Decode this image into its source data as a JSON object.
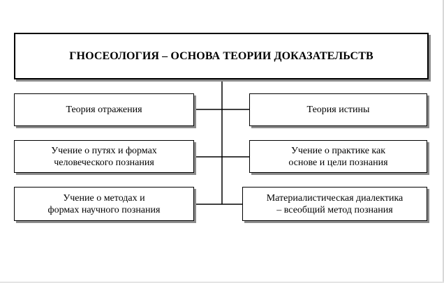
{
  "diagram": {
    "title": "ГНОСЕОЛОГИЯ – ОСНОВА ТЕОРИИ ДОКАЗАТЕЛЬСТВ",
    "left_items": [
      {
        "label": "Теория отражения"
      },
      {
        "label": "Учение о путях и формах\nчеловеческого познания"
      },
      {
        "label": "Учение о методах и\nформах научного познания"
      }
    ],
    "right_items": [
      {
        "label": "Теория истины"
      },
      {
        "label": "Учение о практике как\nоснове и цели познания"
      },
      {
        "label": "Материалистическая диалектика\n– всеобщий метод познания"
      }
    ]
  }
}
